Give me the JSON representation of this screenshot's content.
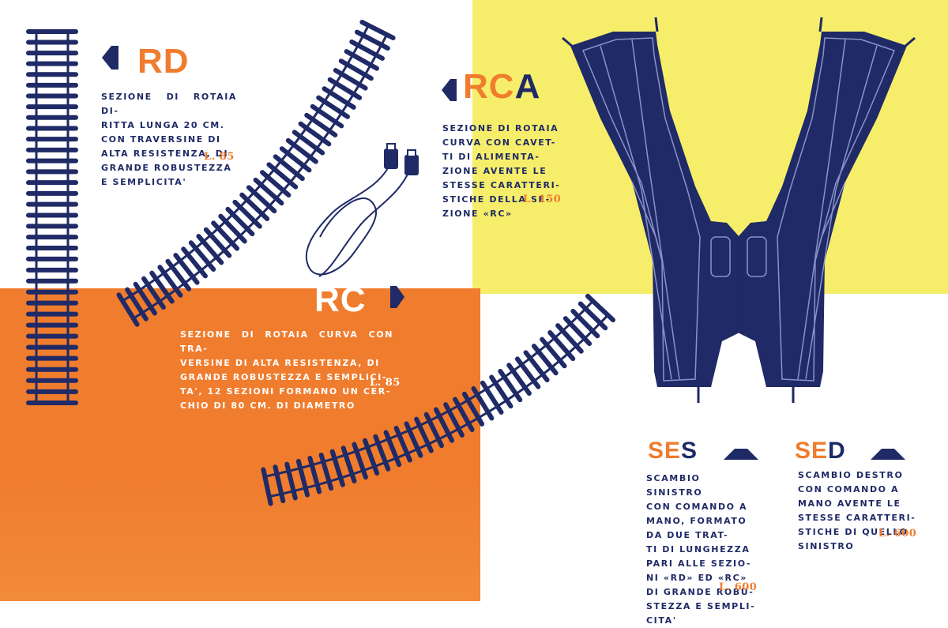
{
  "rd": {
    "code": "RD",
    "description": "SEZIONE DI ROTAIA DI-\nRITTA LUNGA 20 CM.\nCON TRAVERSINE DI\nALTA RESISTENZA, DI\nGRANDE ROBUSTEZZA\nE SEMPLICITA'",
    "price": "L. 85"
  },
  "rca": {
    "code_a": "RC",
    "code_b": "A",
    "description": "SEZIONE DI ROTAIA\nCURVA CON CAVET-\nTI DI ALIMENTA-\nZIONE AVENTE LE\nSTESSE CARATTERI-\nSTICHE DELLA SE-\nZIONE «RC»",
    "price": "L. 150"
  },
  "rc": {
    "code": "RC",
    "description": "SEZIONE DI ROTAIA CURVA CON TRA-\nVERSINE DI ALTA RESISTENZA, DI\nGRANDE ROBUSTEZZA E SEMPLICI-\nTA', 12 SEZIONI FORMANO UN CER-\nCHIO DI 80 CM. DI DIAMETRO",
    "price": "L. 85"
  },
  "ses": {
    "code_a": "SE",
    "code_b": "S",
    "description": "SCAMBIO SINISTRO\nCON COMANDO A\nMANO, FORMATO\nDA DUE TRAT-\nTI DI LUNGHEZZA\nPARI ALLE SEZIO-\nNI «RD» ED «RC»\nDI GRANDE ROBU-\nSTEZZA E SEMPLI-\nCITA'",
    "price": "L. 600"
  },
  "sed": {
    "code_a": "SE",
    "code_b": "D",
    "description": "SCAMBIO DESTRO\nCON COMANDO A\nMANO AVENTE LE\nSTESSE CARATTERI-\nSTICHE DI QUELLO\nSINISTRO",
    "price": "L. 600"
  },
  "colors": {
    "navy": "#1f2a66",
    "orange": "#f07c2e",
    "yellow": "#f6ee6a",
    "white": "#ffffff"
  },
  "icons": [
    "arrow-left-icon",
    "arrow-right-icon",
    "arrow-up-icon"
  ]
}
